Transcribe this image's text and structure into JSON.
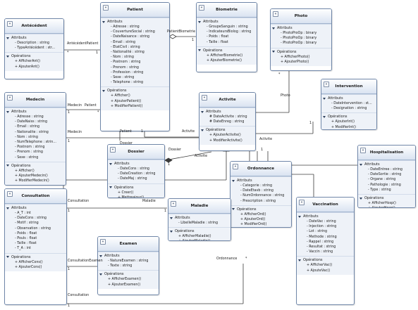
{
  "classes": {
    "antecedent": {
      "name": "Antécédent",
      "attributes": [
        "- Description : string",
        "- TypeAntécédent : str..."
      ],
      "operations": [
        "+ AfficherAnt()",
        "+ AjouterAnt()"
      ]
    },
    "patient": {
      "name": "Patient",
      "attributes": [
        "- Adresse : string",
        "- CouvertureSocial : string",
        "- DateNaisance : string",
        "- Email : string",
        "- EtatCivil : string",
        "- Nationalité : string",
        "- Nom : string",
        "- Postnom : string",
        "- Prenom : string",
        "- Profession : string",
        "- Sexe : string",
        "- Telephone : string"
      ],
      "operations": [
        "+ Afficher()",
        "+ AjouterPatient()",
        "+ ModifierPatient()"
      ]
    },
    "biometrie": {
      "name": "Biometrie",
      "attributes": [
        "- GroupeSanguin : string",
        "- IndicateursBiolog : string",
        "- Poids : float",
        "- Taille : float"
      ],
      "operations": [
        "+ AfficherBiometrie()",
        "+ AjouterBiometrie()"
      ]
    },
    "photo": {
      "name": "Photo",
      "attributes": [
        "- PhotoProOp : binary",
        "- PhotoProOp : binary",
        "- PhotoProOp : binary"
      ],
      "operations": [
        "+ AfficherPhoto()",
        "+ AjouterPhoto()"
      ]
    },
    "medecin": {
      "name": "Medecin",
      "attributes": [
        "- Adresse : string",
        "- DateNaiss : string",
        "- Email : string",
        "- Nationalite : string",
        "- Nom : string",
        "- NumTelephone : strin...",
        "- Postnom : string",
        "- Prenom : string",
        "- Sexe : string"
      ],
      "operations": [
        "+ Afficher()",
        "+ AjouterMedecin()",
        "+ ModifierMedecin()"
      ]
    },
    "activite": {
      "name": "Activite",
      "attributes": [
        "# DateActivite : string",
        "# DateEnreg : string"
      ],
      "operations": [
        "+ AjouterActivite()",
        "+ ModifierActivite()"
      ]
    },
    "intervention": {
      "name": "Intervention",
      "attributes": [
        "- DateIntervention : st...",
        "- Designation : string"
      ],
      "operations": [
        "+ AjouterInt()",
        "+ ModifierInt()"
      ]
    },
    "dossier": {
      "name": "Dossier",
      "attributes": [
        "- DateCons : string",
        "- DateCreation : string",
        "- DateMaj : string"
      ],
      "operations": [
        "+ Creer()",
        "+ Mettreajour()"
      ]
    },
    "hospitalisation": {
      "name": "Hospitalisation",
      "attributes": [
        "- DateEntree : string",
        "- DateSortie : string",
        "- Organe : string",
        "- Pathologie : string",
        "- Type : string"
      ],
      "operations": [
        "+ AfficherHosp()",
        "+ AjouterHosp()"
      ]
    },
    "ordonnance": {
      "name": "Ordonnance",
      "attributes": [
        "- Categorie : string",
        "- DateEtavb : string",
        "- NumOrdonnance : string",
        "- Prescription : string"
      ],
      "operations": [
        "+ AfficherOrd()",
        "+ AjouterOrd()",
        "+ ModifierOrd()"
      ]
    },
    "consultation": {
      "name": "Consultation",
      "attributes": [
        "- A_T : int",
        "- DateCons : string",
        "- Motif : string",
        "- Observation : string",
        "- Poids : float",
        "- Pouls : float",
        "- Taille : float",
        "- T_A : int"
      ],
      "operations": [
        "+ AfficherCons()",
        "+ AjouterCons()"
      ]
    },
    "maladie": {
      "name": "Maladie",
      "attributes": [
        "- LibelleMaladie : string"
      ],
      "operations": [
        "+ AfficherMaladie()",
        "+ AjouterMaladie()"
      ]
    },
    "examen": {
      "name": "Examen",
      "attributes": [
        "- NatureExamen : string",
        "- Texte : string"
      ],
      "operations": [
        "+ AfficherExamen()",
        "+ AjouterExamen()"
      ]
    },
    "vaccination": {
      "name": "Vaccination",
      "attributes": [
        "- DateVac : string",
        "- Injection : string",
        "- Lot : string",
        "- Methode : string",
        "- Rappel : string",
        "- Resultat : string",
        "- Vaccin : string"
      ],
      "operations": [
        "+ AfficherVac()",
        "+ AjouteVac()"
      ]
    }
  },
  "section_labels": {
    "attributes": "Attributs",
    "operations": "Opérations"
  },
  "labels": {
    "ant_role": "AntécédentPatient",
    "ant_mult_a": "*",
    "ant_mult_b": "1",
    "bio_role": "PatientBiometrie",
    "bio_mult": "1",
    "photo_role": "Photo",
    "photo_mult": "*",
    "med_role": "Medecin",
    "med_patient": "Patient",
    "med_mult": "1",
    "med_mult2": "*",
    "medecin2": "Medecin",
    "medecin2_mult": "1",
    "patient_role2": "Patient",
    "patient_mult2": "1",
    "dossier_role": "Dossier",
    "activite_role": "Activite",
    "activite_role2": "Activite",
    "activite_role3": "Activite",
    "activite_mult": "1",
    "intervention_mult": "1",
    "dossier_comp": "Dossier",
    "dossier_comp_mult": "1",
    "cons_role": "Consultation",
    "cons_mult": "1",
    "maladie_role": "Maladie",
    "maladie_mult": "1",
    "cons_exam": "ConsultationExamen",
    "cons_exam_mult": "1",
    "cons_role3": "Consultation",
    "cons_mult3": "1",
    "ordonnance_role": "Ordonnance",
    "ordonnance_mult": "*"
  }
}
